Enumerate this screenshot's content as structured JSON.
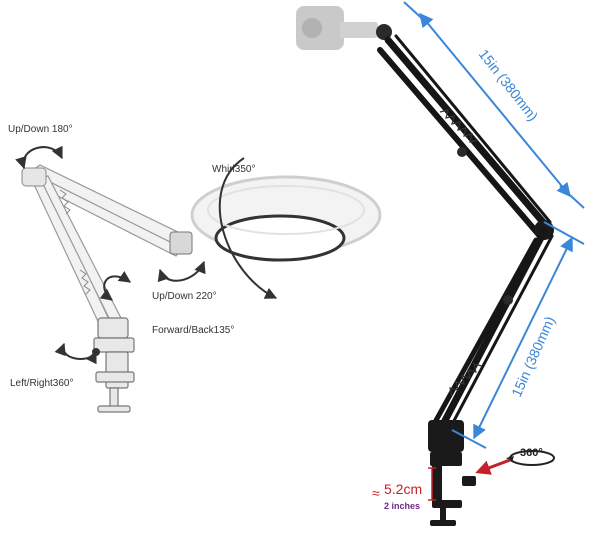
{
  "left_lamp": {
    "up_down_180": "Up/Down 180°",
    "whirl": "Whirl350°",
    "up_down_220": "Up/Down 220°",
    "forward_back": "Forward/Back135°",
    "left_right": "Left/Right360°"
  },
  "right_arm": {
    "upper_length": "15in (380mm)",
    "lower_length": "15in (380mm)",
    "rotation": "360°",
    "clamp_prefix": "≈",
    "clamp_cm": "5.2cm",
    "clamp_inches": "2 inches"
  },
  "colors": {
    "dimension_blue": "#3a86d8",
    "clamp_red": "#c8202a",
    "inches_purple": "#6a2a8a",
    "arm_black": "#161616",
    "lamp_gray": "#cfcfcf"
  }
}
